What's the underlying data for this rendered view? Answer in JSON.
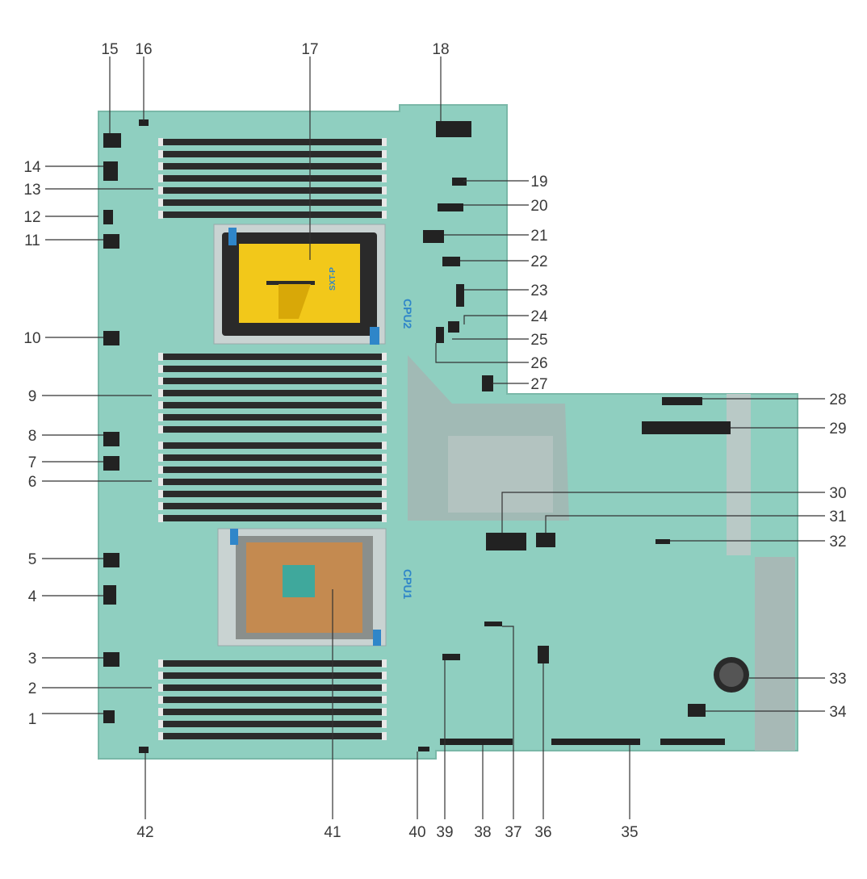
{
  "diagram": {
    "callouts": [
      "1",
      "2",
      "3",
      "4",
      "5",
      "6",
      "7",
      "8",
      "9",
      "10",
      "11",
      "12",
      "13",
      "14",
      "15",
      "16",
      "17",
      "18",
      "19",
      "20",
      "21",
      "22",
      "23",
      "24",
      "25",
      "26",
      "27",
      "28",
      "29",
      "30",
      "31",
      "32",
      "33",
      "34",
      "35",
      "36",
      "37",
      "38",
      "39",
      "40",
      "41",
      "42"
    ],
    "board_silkscreen": {
      "cpu1": "CPU1",
      "cpu2": "CPU2",
      "cover_text": "SXT-P"
    },
    "colors": {
      "pcb": "#8fcfc0",
      "pcb_dark": "#6fb8a6",
      "dimm_slot": "#2b2b2b",
      "dimm_latch": "#e8e8e8",
      "cpu_cover": "#f2c81a",
      "heatsink_clip": "#2a2a2a",
      "riser_shadow": "#9fb1ae",
      "accent_blue": "#2f86c9",
      "text": "#3a3a3a"
    }
  }
}
